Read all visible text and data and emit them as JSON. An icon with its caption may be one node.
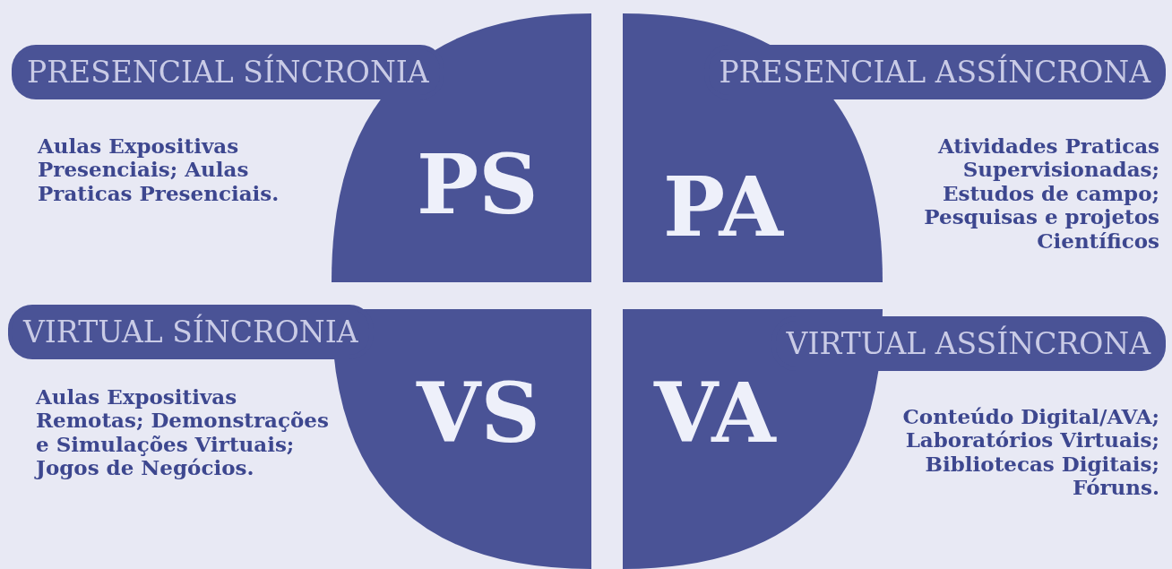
{
  "diagram": {
    "nodes": [
      {
        "text": [
          "PS"
        ],
        "beside": [
          "PRESENCIAL SÍNCRONIA",
          "Aulas Expositivas Presenciais; Aulas Praticas Presenciais."
        ]
      },
      {
        "text": [
          "PA"
        ],
        "beside": [
          "PRESENCIAL ASSÍNCRONA",
          "Atividades Praticas Supervisionadas; Estudos de campo; Pesquisas e projetos Científicos"
        ]
      },
      {
        "text": [
          "VS"
        ],
        "beside": [
          "VIRTUAL SÍNCRONIA",
          "Aulas Expositivas Remotas; Demonstrações e Simulações Virtuais; Jogos de Negócios."
        ]
      },
      {
        "text": [
          "VA"
        ],
        "beside": [
          "VIRTUAL ASSÍNCRONA",
          "Conteúdo Digital/AVA; Laboratórios Virtuais; Bibliotecas Digitais; Fóruns."
        ]
      }
    ],
    "edges": []
  }
}
